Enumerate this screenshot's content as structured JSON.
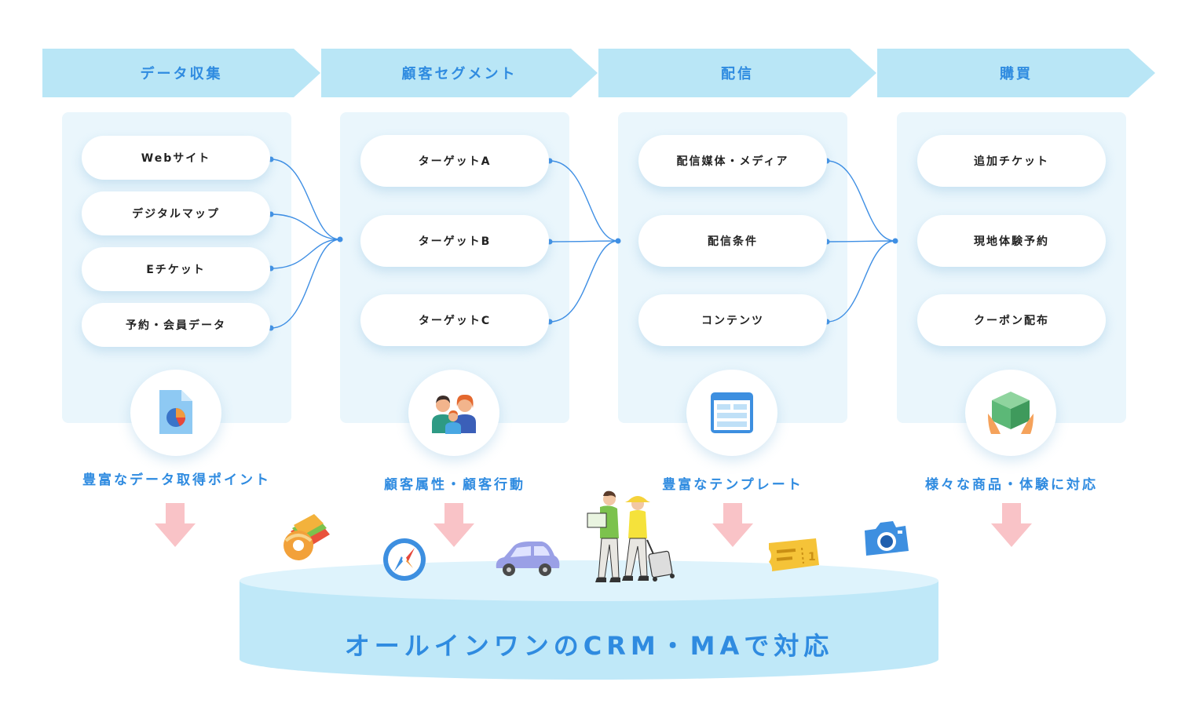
{
  "stages": [
    {
      "label": "データ収集"
    },
    {
      "label": "顧客セグメント"
    },
    {
      "label": "配信"
    },
    {
      "label": "購買"
    }
  ],
  "columns": [
    {
      "items": [
        "Webサイト",
        "デジタルマップ",
        "Eチケット",
        "予約・会員データ"
      ],
      "caption": "豊富なデータ取得ポイント",
      "icon": "document-chart-icon"
    },
    {
      "items": [
        "ターゲットA",
        "ターゲットB",
        "ターゲットC"
      ],
      "caption": "顧客属性・顧客行動",
      "icon": "family-icon"
    },
    {
      "items": [
        "配信媒体・メディア",
        "配信条件",
        "コンテンツ"
      ],
      "caption": "豊富なテンプレート",
      "icon": "template-window-icon"
    },
    {
      "items": [
        "追加チケット",
        "現地体験予約",
        "クーポン配布"
      ],
      "caption": "様々な商品・体験に対応",
      "icon": "gift-box-icon"
    }
  ],
  "platform": {
    "title": "オールインワンのCRM・MAで対応"
  },
  "colors": {
    "accent": "#2f8be0",
    "stage_bg": "#b9e6f6",
    "panel_bg": "#eaf6fc",
    "arrow": "#f9c3c7",
    "base": "#bfe8f8"
  }
}
